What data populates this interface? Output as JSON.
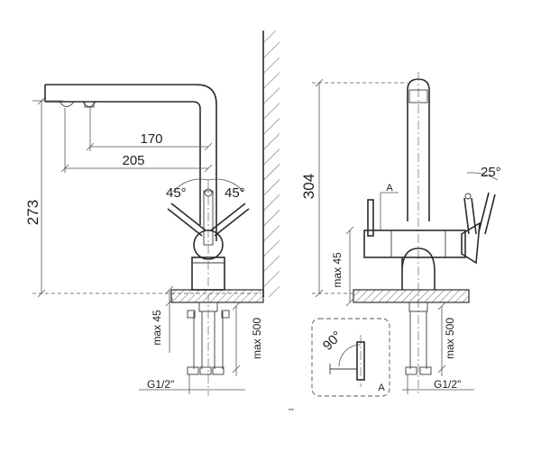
{
  "front_view": {
    "height_273": "273",
    "reach_170": "170",
    "reach_205": "205",
    "angle_left": "45°",
    "angle_right": "45°",
    "max_45": "max 45",
    "max_500": "max 500",
    "thread": "G1/2\""
  },
  "side_view": {
    "height_304": "304",
    "angle": "25°",
    "marker_a": "A",
    "max_45": "max 45",
    "max_500": "max 500",
    "thread": "G1/2\""
  },
  "detail_a": {
    "angle": "90°",
    "label": "A"
  }
}
